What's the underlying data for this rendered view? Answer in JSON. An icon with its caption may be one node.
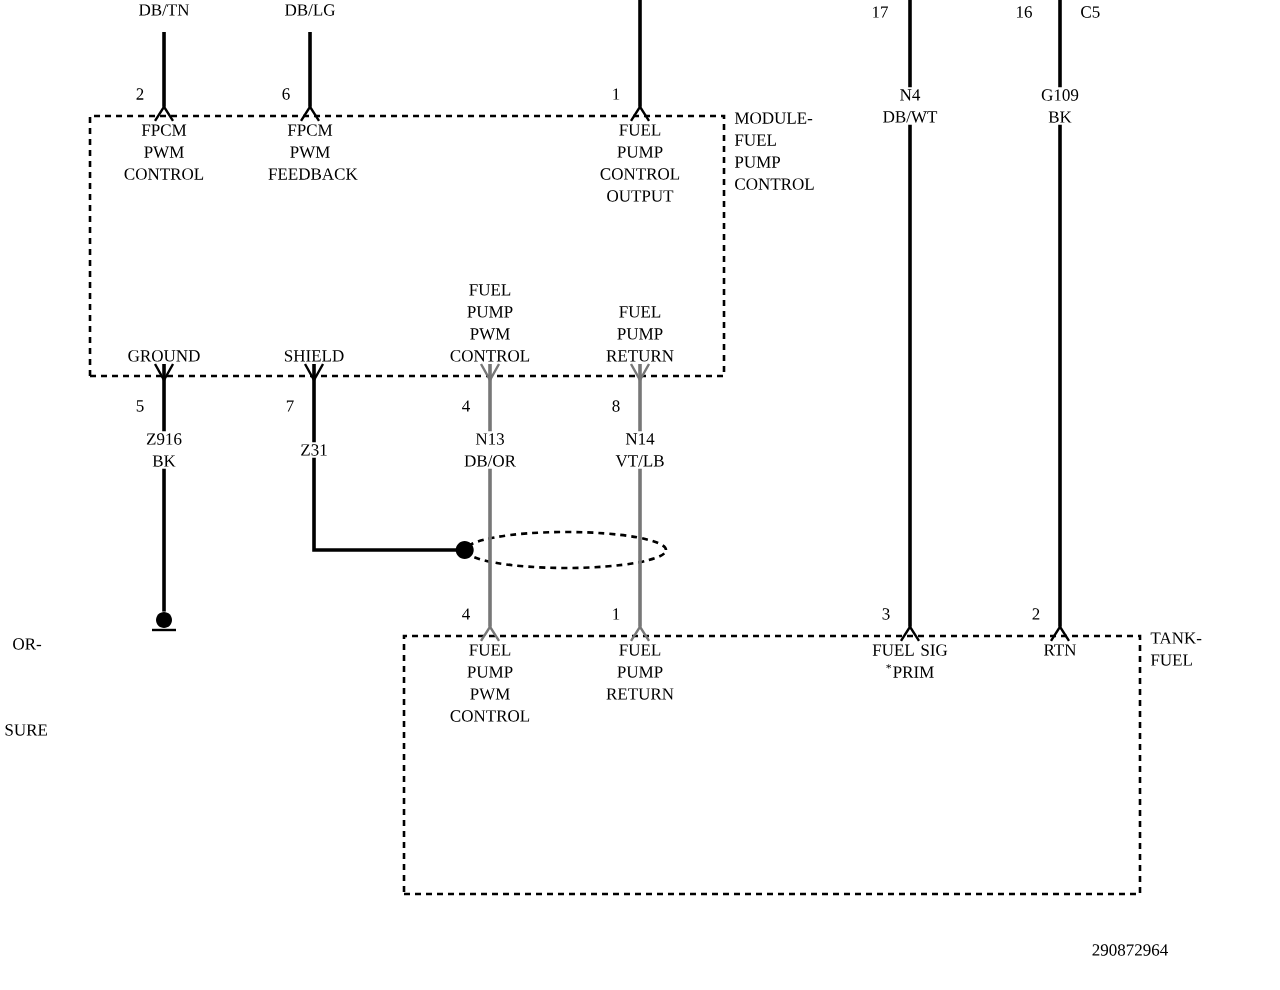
{
  "diagram": {
    "nodes": [
      {
        "text": [
          "MODULE- FUEL PUMP CONTROL"
        ]
      },
      {
        "text": [
          "FPCM PWM CONTROL"
        ],
        "in": 0,
        "beside": [
          "2"
        ]
      },
      {
        "text": [
          "FPCM PWM FEEDBACK"
        ],
        "in": 0,
        "beside": [
          "6"
        ]
      },
      {
        "text": [
          "FUEL PUMP CONTROL OUTPUT"
        ],
        "in": 0,
        "beside": [
          "1"
        ]
      },
      {
        "text": [
          "GROUND"
        ],
        "in": 0,
        "beside": [
          "5"
        ]
      },
      {
        "text": [
          "SHIELD"
        ],
        "in": 0,
        "beside": [
          "7"
        ]
      },
      {
        "text": [
          "FUEL PUMP PWM CONTROL"
        ],
        "in": 0,
        "beside": [
          "4"
        ]
      },
      {
        "text": [
          "FUEL PUMP RETURN"
        ],
        "in": 0,
        "beside": [
          "8"
        ]
      },
      {
        "text": [
          "TANK- FUEL"
        ]
      },
      {
        "text": [
          "FUEL PUMP PWM CONTROL"
        ],
        "in": 8,
        "beside": [
          "4"
        ]
      },
      {
        "text": [
          "FUEL PUMP RETURN"
        ],
        "in": 8,
        "beside": [
          "1"
        ]
      },
      {
        "text": [
          "FUEL SIG $^{*}$PRIM"
        ],
        "in": 8,
        "beside": [
          "3"
        ]
      },
      {
        "text": [
          "RTN"
        ],
        "in": 8,
        "beside": [
          "2"
        ]
      },
      {
        "text": [],
        "shape": "ground"
      },
      {
        "text": [],
        "shape": "ellipse"
      }
    ],
    "edges": [
      {
        "from": null,
        "to": 1,
        "arrow": "other",
        "label": "DB/TN"
      },
      {
        "from": null,
        "to": 2,
        "arrow": "other",
        "label": "DB/LG"
      },
      {
        "from": null,
        "to": 3,
        "arrow": "other"
      },
      {
        "from": 4,
        "to": 13,
        "arrow": "other",
        "label": "Z916 BK"
      },
      {
        "from": 5,
        "to": 14,
        "arrow": "other",
        "label": "Z31"
      },
      {
        "from": 6,
        "to": 9,
        "arrow": "other",
        "label": "N13 DB/OR",
        "color": "#777777"
      },
      {
        "from": 7,
        "to": 10,
        "arrow": "other",
        "label": "N14 VT/LB",
        "color": "#777777"
      },
      {
        "from": null,
        "to": 11,
        "arrow": "other",
        "label": "N4 DB/WT"
      },
      {
        "from": null,
        "to": 12,
        "arrow": "other",
        "label": "G109 BK"
      }
    ],
    "labels": [
      "17",
      "16",
      "C5",
      "OR-",
      "SURE",
      "290872964"
    ]
  }
}
